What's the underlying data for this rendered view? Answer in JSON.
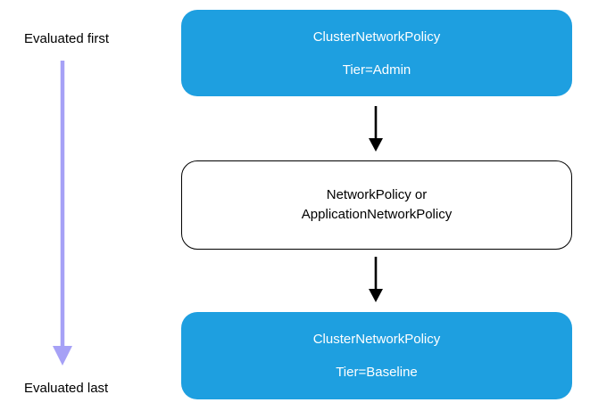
{
  "labels": {
    "evaluated_first": "Evaluated first",
    "evaluated_last": "Evaluated last"
  },
  "nodes": [
    {
      "line1": "ClusterNetworkPolicy",
      "line2": "Tier=Admin",
      "style": "filled"
    },
    {
      "line1": "NetworkPolicy or",
      "line2": "ApplicationNetworkPolicy",
      "style": "outlined"
    },
    {
      "line1": "ClusterNetworkPolicy",
      "line2": "Tier=Baseline",
      "style": "filled"
    }
  ],
  "colors": {
    "box_fill": "#1E9FE0",
    "box_text": "#FFFFFF",
    "outline_border": "#000000",
    "black_arrow": "#000000",
    "purple_arrow": "#A6A1F6",
    "label_text": "#000000",
    "background": "#FFFFFF"
  }
}
